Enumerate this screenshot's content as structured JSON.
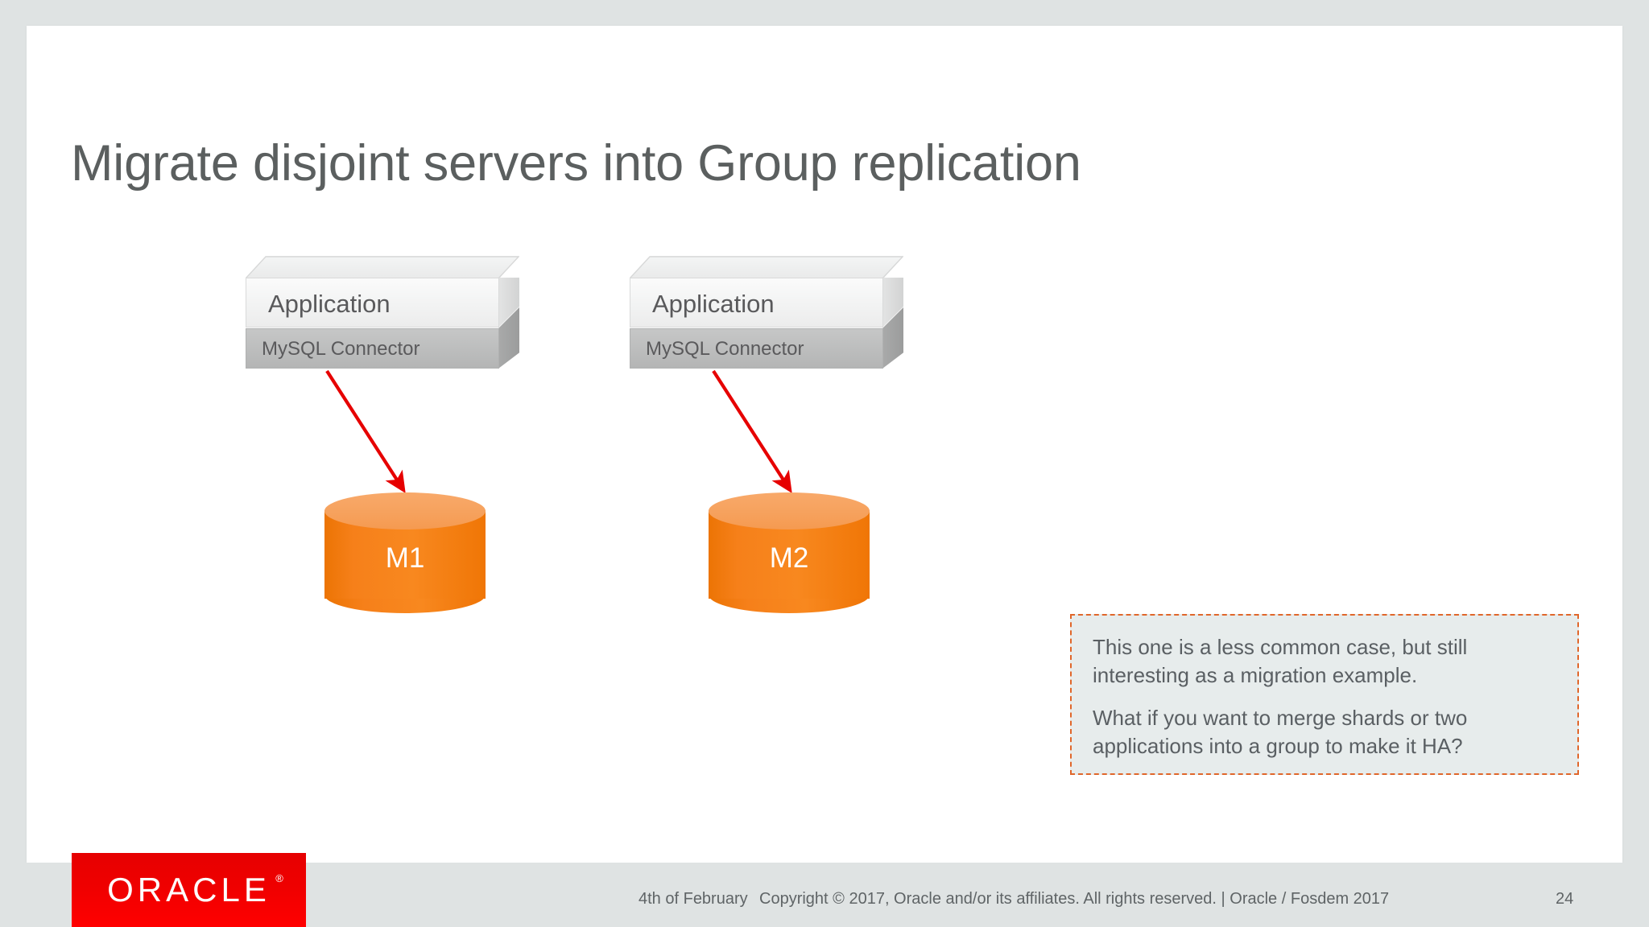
{
  "slide": {
    "title": "Migrate disjoint servers into Group replication",
    "page_number": "24"
  },
  "colors": {
    "outer_background": "#dfe3e3",
    "slide_background": "#ffffff",
    "title_text": "#5b5f5f",
    "cylinder_body": "#f5801c",
    "cylinder_top": "#f6a15c",
    "arrow": "#e60000",
    "callout_background": "#e7ecec",
    "callout_border": "#e0662a",
    "oracle_red": "#f00000",
    "connector_box": "#bbbcbc",
    "application_box": "#f2f3f3"
  },
  "diagram": {
    "nodes": [
      {
        "id": "left",
        "application_label": "Application",
        "connector_label": "MySQL Connector",
        "database_label": "M1"
      },
      {
        "id": "right",
        "application_label": "Application",
        "connector_label": "MySQL Connector",
        "database_label": "M2"
      }
    ]
  },
  "callout": {
    "paragraphs": [
      "This one is a less common case, but still interesting as a migration example.",
      "What if you want to merge shards or two applications into a group to make it HA?"
    ]
  },
  "footer": {
    "date": "4th of February",
    "copyright": "Copyright © 2017, Oracle and/or its affiliates. All rights reserved.  |  Oracle / Fosdem 2017",
    "logo_text": "ORACLE",
    "logo_registered": "®"
  }
}
